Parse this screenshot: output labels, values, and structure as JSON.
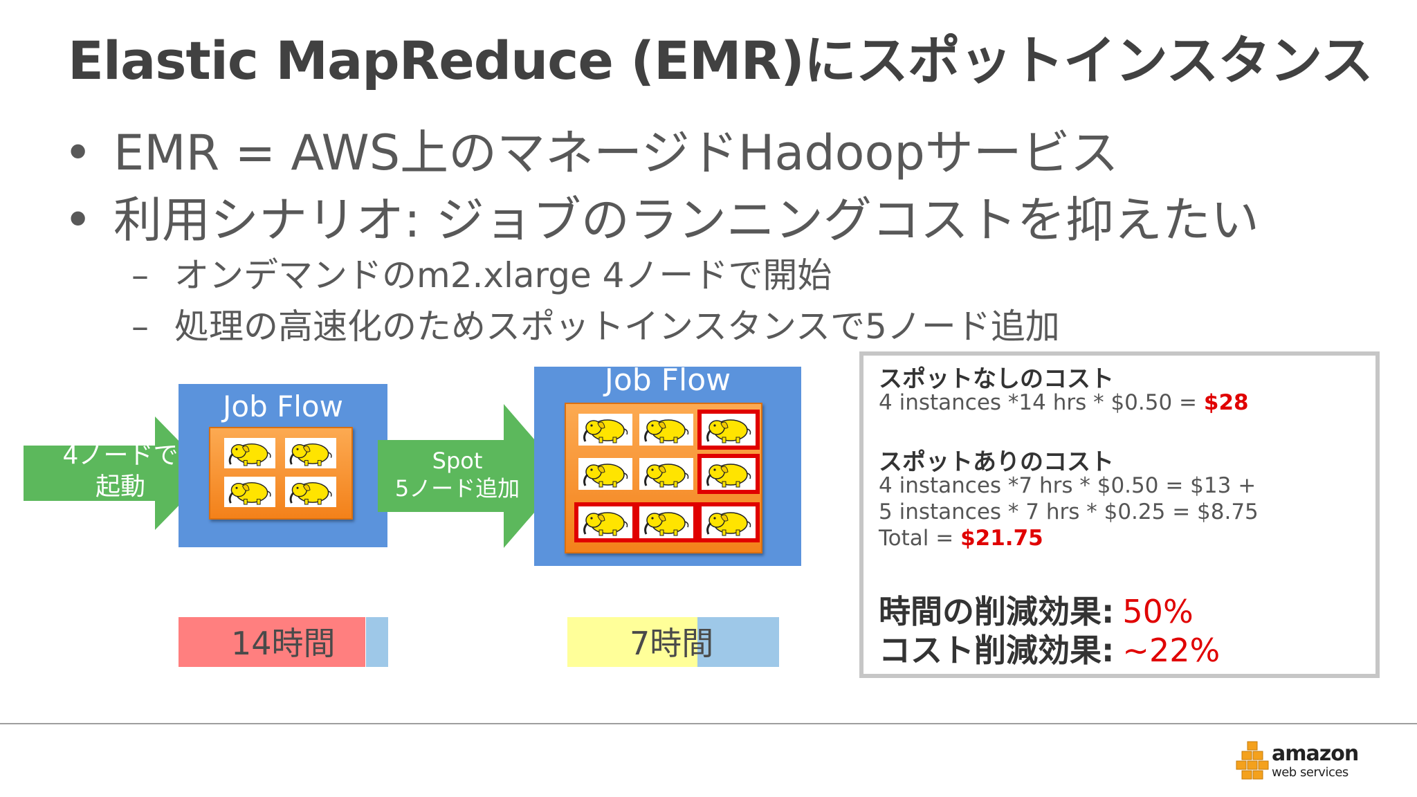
{
  "slide": {
    "title": "Elastic MapReduce (EMR)にスポットインスタンス",
    "bullets": [
      {
        "symbol": "•",
        "text": "EMR = AWS上のマネージドHadoopサービス"
      },
      {
        "symbol": "•",
        "text": "利用シナリオ: ジョブのランニングコストを抑えたい"
      }
    ],
    "sub_bullets": [
      {
        "symbol": "–",
        "text": "オンデマンドのm2.xlarge 4ノードで開始"
      },
      {
        "symbol": "–",
        "text": "処理の高速化のためスポットインスタンスで5ノード追加"
      }
    ]
  },
  "diagram": {
    "arrow1": {
      "line1": "4ノードで",
      "line2": "起動"
    },
    "arrow2": {
      "line1": "Spot",
      "line2": "5ノード追加"
    },
    "flow1": {
      "title": "Job Flow",
      "nodes": 4
    },
    "flow2": {
      "title": "Job Flow",
      "nodes": 9,
      "spot_nodes": 5
    },
    "bar1": {
      "label": "14時間"
    },
    "bar2": {
      "label": "7時間"
    }
  },
  "cost": {
    "no_spot_heading": "スポットなしのコスト",
    "no_spot_formula": "4 instances *14 hrs * $0.50 = ",
    "no_spot_total": "$28",
    "spot_heading": "スポットありのコスト",
    "spot_line1": "4 instances *7 hrs * $0.50 = $13 +",
    "spot_line2": "5 instances * 7 hrs * $0.25 = $8.75",
    "spot_total_prefix": "Total = ",
    "spot_total": "$21.75",
    "time_effect_label": "時間の削減効果:",
    "time_effect_value": "50%",
    "cost_effect_label": "コスト削減効果:",
    "cost_effect_value": "~22%"
  },
  "footer": {
    "logo_word": "amazon",
    "logo_sub": "web services"
  },
  "colors": {
    "flow_blue": "#5b93dc",
    "arrow_green": "#5cb85c",
    "bar_red": "#ff7f7f",
    "bar_yellow": "#ffff99",
    "bar_blue": "#9ec8e8",
    "accent_red": "#e00000"
  }
}
